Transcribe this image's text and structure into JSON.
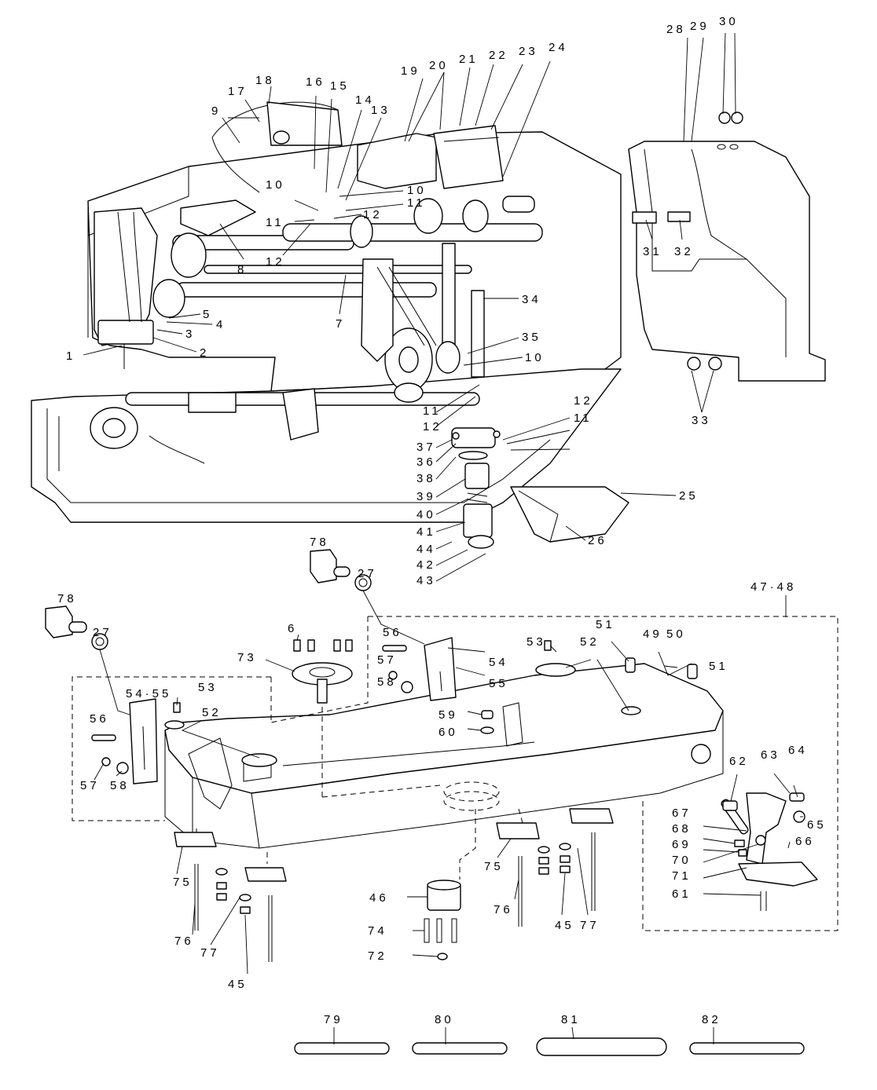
{
  "colors": {
    "line": "#000000",
    "background": "#ffffff"
  },
  "callouts": [
    {
      "id": "c1",
      "text": "1"
    },
    {
      "id": "c2",
      "text": "2"
    },
    {
      "id": "c3",
      "text": "3"
    },
    {
      "id": "c4",
      "text": "4"
    },
    {
      "id": "c5",
      "text": "5"
    },
    {
      "id": "c6",
      "text": "6"
    },
    {
      "id": "c7",
      "text": "7"
    },
    {
      "id": "c8",
      "text": "8"
    },
    {
      "id": "c9",
      "text": "9"
    },
    {
      "id": "c10a",
      "text": "10"
    },
    {
      "id": "c10b",
      "text": "10"
    },
    {
      "id": "c10c",
      "text": "10"
    },
    {
      "id": "c11a",
      "text": "11"
    },
    {
      "id": "c11b",
      "text": "11"
    },
    {
      "id": "c11c",
      "text": "11"
    },
    {
      "id": "c11d",
      "text": "11"
    },
    {
      "id": "c12a",
      "text": "12"
    },
    {
      "id": "c12b",
      "text": "12"
    },
    {
      "id": "c12c",
      "text": "12"
    },
    {
      "id": "c12d",
      "text": "12"
    },
    {
      "id": "c13",
      "text": "13"
    },
    {
      "id": "c14",
      "text": "14"
    },
    {
      "id": "c15",
      "text": "15"
    },
    {
      "id": "c16",
      "text": "16"
    },
    {
      "id": "c17",
      "text": "17"
    },
    {
      "id": "c18",
      "text": "18"
    },
    {
      "id": "c19",
      "text": "19"
    },
    {
      "id": "c20",
      "text": "20"
    },
    {
      "id": "c21",
      "text": "21"
    },
    {
      "id": "c22",
      "text": "22"
    },
    {
      "id": "c23",
      "text": "23"
    },
    {
      "id": "c24",
      "text": "24"
    },
    {
      "id": "c25",
      "text": "25"
    },
    {
      "id": "c26",
      "text": "26"
    },
    {
      "id": "c27a",
      "text": "27"
    },
    {
      "id": "c27b",
      "text": "27"
    },
    {
      "id": "c28",
      "text": "28"
    },
    {
      "id": "c29",
      "text": "29"
    },
    {
      "id": "c30",
      "text": "30"
    },
    {
      "id": "c31",
      "text": "31"
    },
    {
      "id": "c32",
      "text": "32"
    },
    {
      "id": "c33",
      "text": "33"
    },
    {
      "id": "c34",
      "text": "34"
    },
    {
      "id": "c35",
      "text": "35"
    },
    {
      "id": "c36",
      "text": "36"
    },
    {
      "id": "c37",
      "text": "37"
    },
    {
      "id": "c38",
      "text": "38"
    },
    {
      "id": "c39",
      "text": "39"
    },
    {
      "id": "c40",
      "text": "40"
    },
    {
      "id": "c41",
      "text": "41"
    },
    {
      "id": "c42",
      "text": "42"
    },
    {
      "id": "c43",
      "text": "43"
    },
    {
      "id": "c44",
      "text": "44"
    },
    {
      "id": "c45a",
      "text": "45"
    },
    {
      "id": "c45b",
      "text": "45"
    },
    {
      "id": "c46",
      "text": "46"
    },
    {
      "id": "c4748",
      "text": "47·48"
    },
    {
      "id": "c49",
      "text": "49"
    },
    {
      "id": "c50",
      "text": "50"
    },
    {
      "id": "c51a",
      "text": "51"
    },
    {
      "id": "c51b",
      "text": "51"
    },
    {
      "id": "c52a",
      "text": "52"
    },
    {
      "id": "c52b",
      "text": "52"
    },
    {
      "id": "c53a",
      "text": "53"
    },
    {
      "id": "c53b",
      "text": "53"
    },
    {
      "id": "c5455",
      "text": "54·55"
    },
    {
      "id": "c54",
      "text": "54"
    },
    {
      "id": "c55",
      "text": "55"
    },
    {
      "id": "c56a",
      "text": "56"
    },
    {
      "id": "c56b",
      "text": "56"
    },
    {
      "id": "c57a",
      "text": "57"
    },
    {
      "id": "c57b",
      "text": "57"
    },
    {
      "id": "c58a",
      "text": "58"
    },
    {
      "id": "c58b",
      "text": "58"
    },
    {
      "id": "c59",
      "text": "59"
    },
    {
      "id": "c60",
      "text": "60"
    },
    {
      "id": "c61",
      "text": "61"
    },
    {
      "id": "c62",
      "text": "62"
    },
    {
      "id": "c63",
      "text": "63"
    },
    {
      "id": "c64",
      "text": "64"
    },
    {
      "id": "c65",
      "text": "65"
    },
    {
      "id": "c66",
      "text": "66"
    },
    {
      "id": "c67",
      "text": "67"
    },
    {
      "id": "c68",
      "text": "68"
    },
    {
      "id": "c69",
      "text": "69"
    },
    {
      "id": "c70",
      "text": "70"
    },
    {
      "id": "c71",
      "text": "71"
    },
    {
      "id": "c72",
      "text": "72"
    },
    {
      "id": "c73",
      "text": "73"
    },
    {
      "id": "c74",
      "text": "74"
    },
    {
      "id": "c75a",
      "text": "75"
    },
    {
      "id": "c75b",
      "text": "75"
    },
    {
      "id": "c76a",
      "text": "76"
    },
    {
      "id": "c76b",
      "text": "76"
    },
    {
      "id": "c77a",
      "text": "77"
    },
    {
      "id": "c77b",
      "text": "77"
    },
    {
      "id": "c78a",
      "text": "78"
    },
    {
      "id": "c78b",
      "text": "78"
    },
    {
      "id": "c79",
      "text": "79"
    },
    {
      "id": "c80",
      "text": "80"
    },
    {
      "id": "c81",
      "text": "81"
    },
    {
      "id": "c82",
      "text": "82"
    }
  ]
}
